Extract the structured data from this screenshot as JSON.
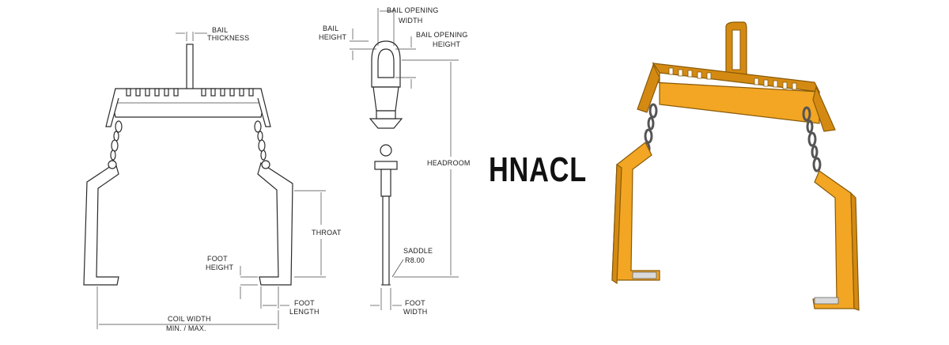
{
  "product": {
    "model": "HNACL"
  },
  "front_view": {
    "labels": {
      "bail_thickness_1": "BAIL",
      "bail_thickness_2": "THICKNESS",
      "throat": "THROAT",
      "foot_height_1": "FOOT",
      "foot_height_2": "HEIGHT",
      "foot_length_1": "FOOT",
      "foot_length_2": "LENGTH",
      "coil_width_1": "COIL WIDTH",
      "coil_width_2": "MIN. / MAX."
    }
  },
  "side_view": {
    "labels": {
      "bail_opening_width_1": "BAIL OPENING",
      "bail_opening_width_2": "WIDTH",
      "bail_height_1": "BAIL",
      "bail_height_2": "HEIGHT",
      "bail_opening_height_1": "BAIL OPENING",
      "bail_opening_height_2": "HEIGHT",
      "headroom": "HEADROOM",
      "saddle_1": "SADDLE",
      "saddle_2": "R8.00",
      "foot_width_1": "FOOT",
      "foot_width_2": "WIDTH"
    }
  },
  "colors": {
    "product_yellow": "#f2a623",
    "product_shadow": "#d48a12",
    "line": "#333333"
  }
}
